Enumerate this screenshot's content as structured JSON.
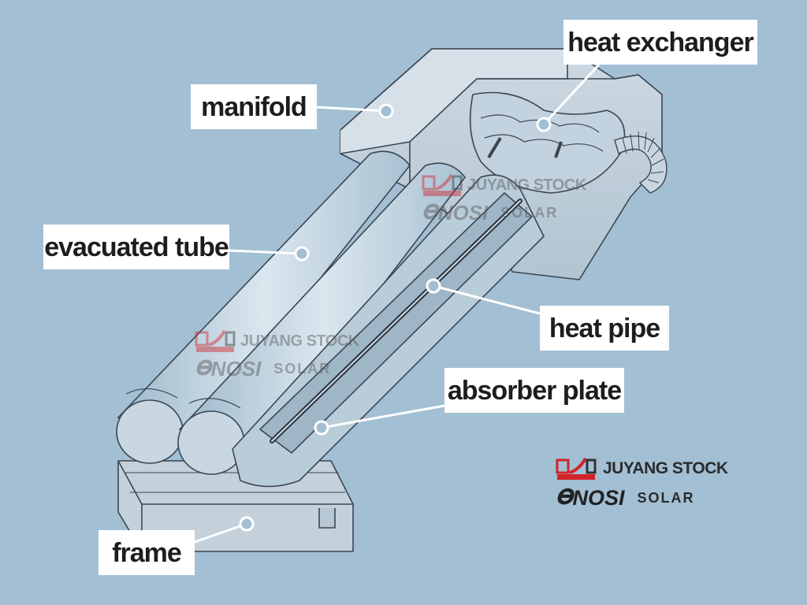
{
  "labels": {
    "manifold": "manifold",
    "heat_exchanger": "heat exchanger",
    "evacuated_tube": "evacuated tube",
    "heat_pipe": "heat pipe",
    "absorber_plate": "absorber plate",
    "frame": "frame"
  },
  "branding": {
    "company": "JUYANG STOCK",
    "logo_caption": "JUYANG",
    "product_brand": "NOSI",
    "product_line": "SOLAR"
  },
  "colors": {
    "background": "#a2bfd4",
    "label_background": "#ffffff",
    "label_text": "#1d1d1d",
    "logo_red": "#d2232a",
    "sketch_line": "#3b4650"
  }
}
